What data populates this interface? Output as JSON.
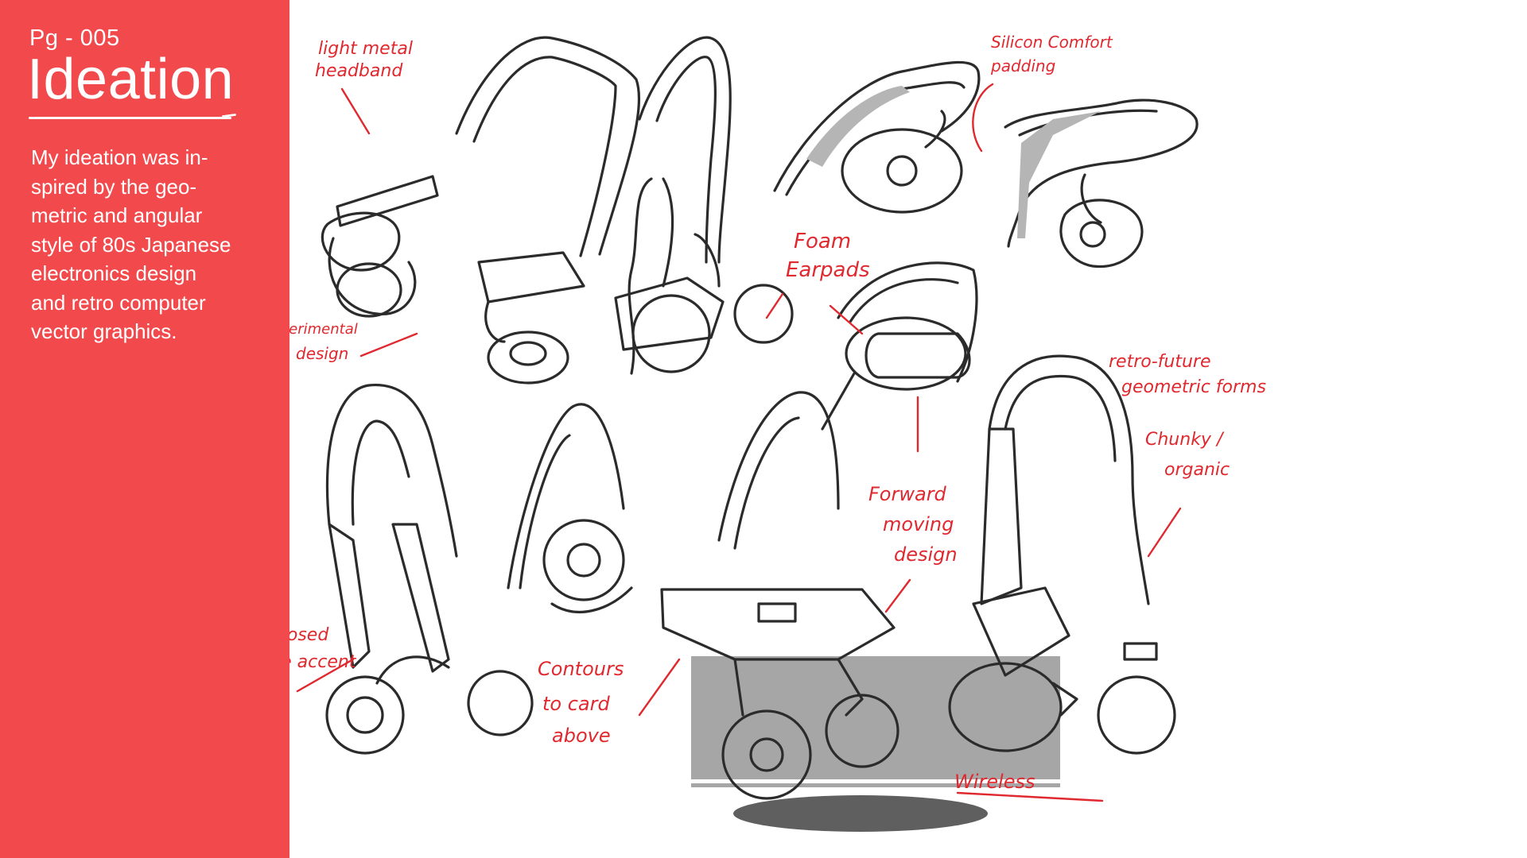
{
  "page": {
    "page_label": "Pg - 005",
    "title": "Ideation",
    "description": "My ideation was in-\nspired by the geo-\nmetric and angular\nstyle of 80s Japanese\nelectronics design\nand retro computer\nvector graphics."
  },
  "annotations": {
    "light_metal": [
      "light metal",
      "headband"
    ],
    "experimental": [
      "experimental",
      "design"
    ],
    "silicon": [
      "Silicon   Comfort",
      "padding"
    ],
    "foam": [
      "Foam",
      "Earpads"
    ],
    "retro_future": [
      "retro-future",
      "geometric forms"
    ],
    "chunky": [
      "Chunky /",
      "organic"
    ],
    "forward": [
      "Forward",
      "moving",
      "design"
    ],
    "exposed": [
      "Exposed",
      "wire accent"
    ],
    "contours": [
      "Contours",
      "to card",
      "above"
    ],
    "wireless": "Wireless"
  },
  "colors": {
    "accent": "#f24a4c",
    "annotation": "#e0282f",
    "sketch_line": "#2b2b2b",
    "shadow_grey": "#a6a6a6"
  }
}
